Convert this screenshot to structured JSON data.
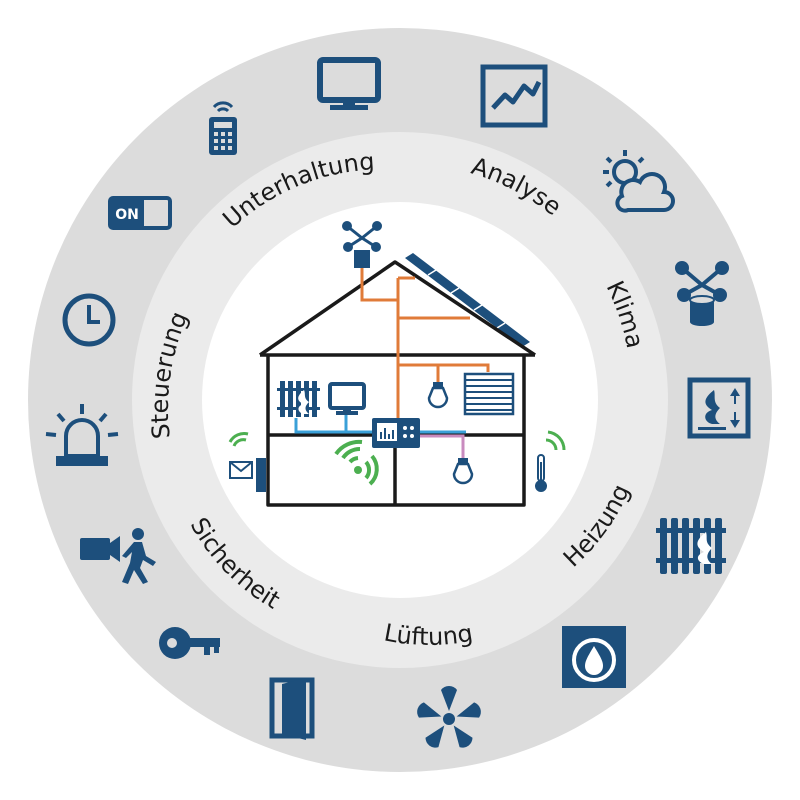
{
  "categories": [
    {
      "id": "unterhaltung",
      "label": "Unterhaltung"
    },
    {
      "id": "analyse",
      "label": "Analyse"
    },
    {
      "id": "klima",
      "label": "Klima"
    },
    {
      "id": "heizung",
      "label": "Heizung"
    },
    {
      "id": "lueftung",
      "label": "Lüftung"
    },
    {
      "id": "sicherheit",
      "label": "Sicherheit"
    },
    {
      "id": "steuerung",
      "label": "Steuerung"
    }
  ],
  "switch_label": "ON",
  "colors": {
    "outer_ring": "#dcdcdc",
    "inner_ring": "#ebebeb",
    "icon_blue": "#1d4f7c",
    "wire_orange": "#e07b39",
    "wire_blue": "#3aa0d8",
    "wire_pink": "#c98bbf",
    "signal_green": "#4caf50"
  }
}
